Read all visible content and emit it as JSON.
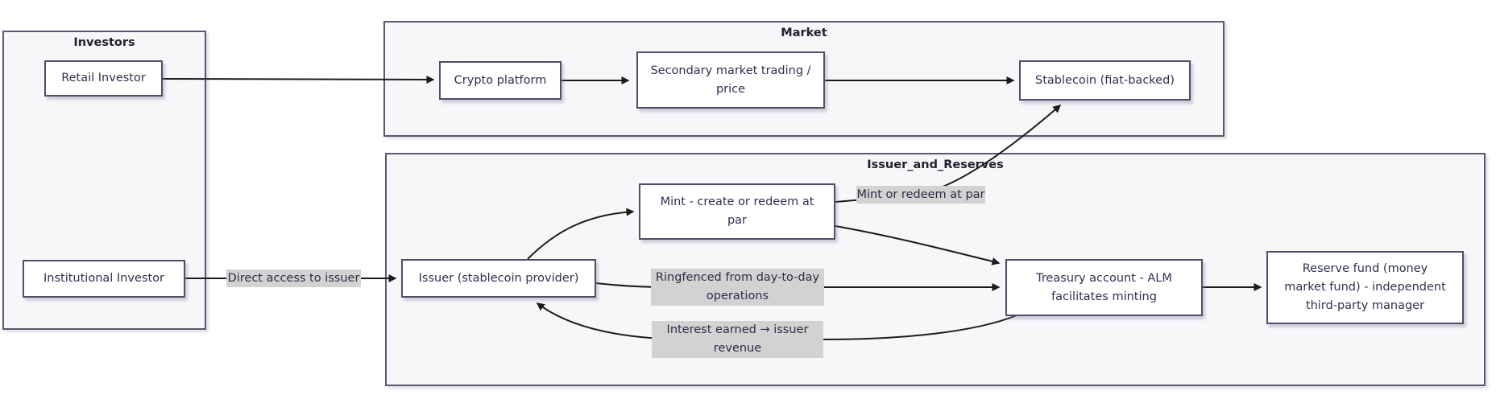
{
  "diagram": {
    "clusters": {
      "investors": {
        "label": "Investors"
      },
      "market": {
        "label": "Market"
      },
      "issuer_and_reserves": {
        "label": "Issuer_and_Reserves"
      }
    },
    "nodes": {
      "retail_investor": {
        "label": "Retail Investor"
      },
      "institutional_investor": {
        "label": "Institutional Investor"
      },
      "crypto_platform": {
        "label": "Crypto platform"
      },
      "secondary_market": {
        "label": "Secondary market trading /\nprice"
      },
      "stablecoin": {
        "label": "Stablecoin (fiat-backed)"
      },
      "mint": {
        "label": "Mint - create or redeem at\npar"
      },
      "issuer": {
        "label": "Issuer (stablecoin provider)"
      },
      "treasury": {
        "label": "Treasury account - ALM\nfacilitates minting"
      },
      "reserve_fund": {
        "label": "Reserve fund (money\nmarket fund) - independent\nthird-party manager"
      }
    },
    "edge_labels": {
      "direct_access": {
        "label": "Direct access to issuer"
      },
      "mint_or_redeem": {
        "label": "Mint or redeem at par"
      },
      "ringfenced": {
        "label": "Ringfenced from day-to-day\noperations"
      },
      "interest_earned": {
        "label": "Interest earned → issuer\nrevenue"
      }
    },
    "edges": [
      {
        "from": "retail_investor",
        "to": "crypto_platform",
        "label": ""
      },
      {
        "from": "crypto_platform",
        "to": "secondary_market",
        "label": ""
      },
      {
        "from": "secondary_market",
        "to": "stablecoin",
        "label": ""
      },
      {
        "from": "institutional_investor",
        "to": "issuer",
        "label": "Direct access to issuer"
      },
      {
        "from": "issuer",
        "to": "mint",
        "label": ""
      },
      {
        "from": "mint",
        "to": "stablecoin",
        "label": "Mint or redeem at par"
      },
      {
        "from": "mint",
        "to": "treasury",
        "label": ""
      },
      {
        "from": "issuer",
        "to": "treasury",
        "label": "Ringfenced from day-to-day operations"
      },
      {
        "from": "treasury",
        "to": "issuer",
        "label": "Interest earned → issuer revenue"
      },
      {
        "from": "treasury",
        "to": "reserve_fund",
        "label": ""
      }
    ],
    "colors": {
      "cluster_fill": "#f7f7fa",
      "cluster_border": "#555a70",
      "node_fill": "#ffffff",
      "node_border": "#4c4f66",
      "node_text": "#2e3150",
      "edge_stroke": "#1b1b1b",
      "edge_label_bg": "#d2d2d2"
    }
  }
}
